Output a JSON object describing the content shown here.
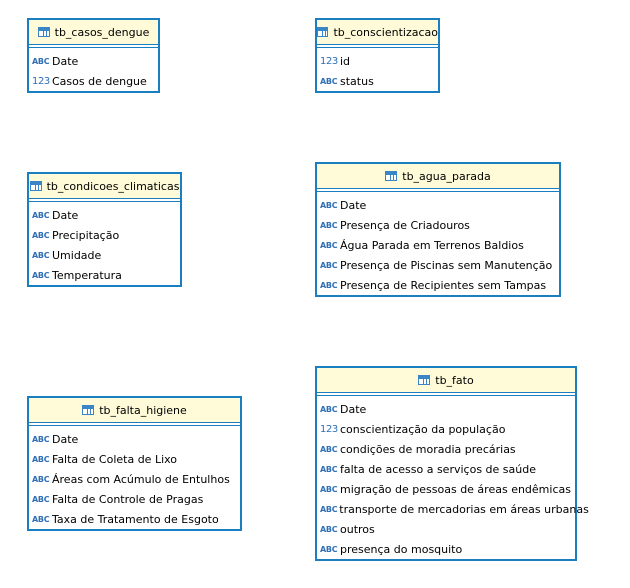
{
  "entities": {
    "tb_casos_dengue": {
      "title": "tb_casos_dengue",
      "columns": [
        {
          "type": "ABC",
          "name": "Date"
        },
        {
          "type": "123",
          "name": "Casos de dengue"
        }
      ]
    },
    "tb_conscientizacao": {
      "title": "tb_conscientizacao",
      "columns": [
        {
          "type": "123",
          "name": "id"
        },
        {
          "type": "ABC",
          "name": "status"
        }
      ]
    },
    "tb_condicoes_climaticas": {
      "title": "tb_condicoes_climaticas",
      "columns": [
        {
          "type": "ABC",
          "name": "Date"
        },
        {
          "type": "ABC",
          "name": "Precipitação"
        },
        {
          "type": "ABC",
          "name": "Umidade"
        },
        {
          "type": "ABC",
          "name": "Temperatura"
        }
      ]
    },
    "tb_agua_parada": {
      "title": "tb_agua_parada",
      "columns": [
        {
          "type": "ABC",
          "name": "Date"
        },
        {
          "type": "ABC",
          "name": "Presença de Criadouros"
        },
        {
          "type": "ABC",
          "name": "Água Parada em Terrenos Baldios"
        },
        {
          "type": "ABC",
          "name": "Presença de Piscinas sem Manutenção"
        },
        {
          "type": "ABC",
          "name": "Presença de Recipientes sem Tampas"
        }
      ]
    },
    "tb_falta_higiene": {
      "title": "tb_falta_higiene",
      "columns": [
        {
          "type": "ABC",
          "name": "Date"
        },
        {
          "type": "ABC",
          "name": "Falta de Coleta de Lixo"
        },
        {
          "type": "ABC",
          "name": "Áreas com Acúmulo de Entulhos"
        },
        {
          "type": "ABC",
          "name": "Falta de Controle de Pragas"
        },
        {
          "type": "ABC",
          "name": "Taxa de Tratamento de Esgoto"
        }
      ]
    },
    "tb_fato": {
      "title": "tb_fato",
      "columns": [
        {
          "type": "ABC",
          "name": "Date"
        },
        {
          "type": "123",
          "name": "conscientização da população"
        },
        {
          "type": "ABC",
          "name": "condições de moradia precárias"
        },
        {
          "type": "ABC",
          "name": "falta de acesso a serviços de saúde"
        },
        {
          "type": "ABC",
          "name": "migração de pessoas de áreas endêmicas"
        },
        {
          "type": "ABC",
          "name": "transporte de mercadorias em áreas urbanas"
        },
        {
          "type": "ABC",
          "name": "outros"
        },
        {
          "type": "ABC",
          "name": "presença do mosquito"
        }
      ]
    }
  },
  "colors": {
    "border": "#1a7fc1",
    "header_active": "#fffbd9",
    "type_icon": "#2e6fb5"
  },
  "icons": {
    "table": "table-icon",
    "string": "abc-type-icon",
    "number": "123-type-icon"
  }
}
